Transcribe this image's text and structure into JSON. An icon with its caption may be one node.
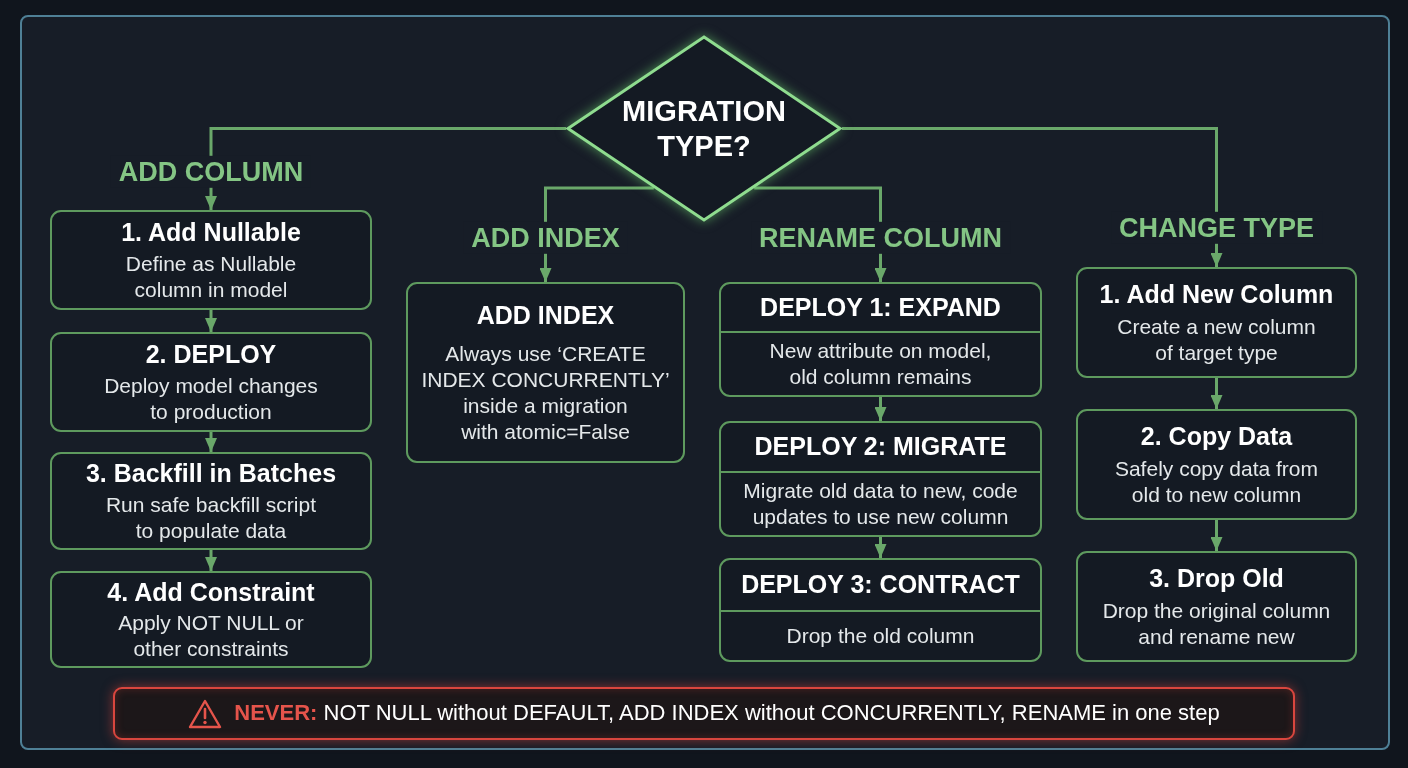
{
  "diagram": {
    "nodes": [
      {
        "text": [
          "MIGRATION TYPE?"
        ]
      },
      {
        "text": [
          "1. Add Nullable",
          "Define as Nullable column in model"
        ]
      },
      {
        "text": [
          "2. DEPLOY",
          "Deploy model changes to production"
        ]
      },
      {
        "text": [
          "3. Backfill in Batches",
          "Run safe backfill script to populate data"
        ]
      },
      {
        "text": [
          "4. Add Constraint",
          "Apply NOT NULL or other constraints"
        ]
      },
      {
        "text": [
          "ADD INDEX",
          "Always use ‘CREATE INDEX CONCURRENTLY’ inside a migration with atomic=False"
        ]
      },
      {
        "text": [
          "DEPLOY 1: EXPAND",
          "New attribute on model, old column remains"
        ]
      },
      {
        "text": [
          "DEPLOY 2: MIGRATE",
          "Migrate old data to new, code updates to use new column"
        ]
      },
      {
        "text": [
          "DEPLOY 3: CONTRACT",
          "Drop the old column"
        ]
      },
      {
        "text": [
          "1. Add New Column",
          "Create a new column of target type"
        ]
      },
      {
        "text": [
          "2. Copy Data",
          "Safely copy data from old to new column"
        ]
      },
      {
        "text": [
          "3. Drop Old",
          "Drop the original column and rename new"
        ]
      },
      {
        "text": [
          "**NEVER:** NOT NULL without DEFAULT, ADD INDEX without CONCURRENTLY, RENAME in one step"
        ]
      }
    ],
    "edges": [
      {
        "from": 0,
        "to": 1,
        "arrow": "to",
        "label": "ADD COLUMN"
      },
      {
        "from": 1,
        "to": 2,
        "arrow": "to"
      },
      {
        "from": 2,
        "to": 3,
        "arrow": "to"
      },
      {
        "from": 3,
        "to": 4,
        "arrow": "to"
      },
      {
        "from": 0,
        "to": 5,
        "arrow": "to",
        "label": "ADD INDEX"
      },
      {
        "from": 0,
        "to": 6,
        "arrow": "to",
        "label": "RENAME COLUMN"
      },
      {
        "from": 6,
        "to": 7,
        "arrow": "to"
      },
      {
        "from": 7,
        "to": 8,
        "arrow": "to"
      },
      {
        "from": 0,
        "to": 9,
        "arrow": "to",
        "label": "CHANGE TYPE"
      },
      {
        "from": 9,
        "to": 10,
        "arrow": "to"
      },
      {
        "from": 10,
        "to": 11,
        "arrow": "to"
      }
    ]
  }
}
